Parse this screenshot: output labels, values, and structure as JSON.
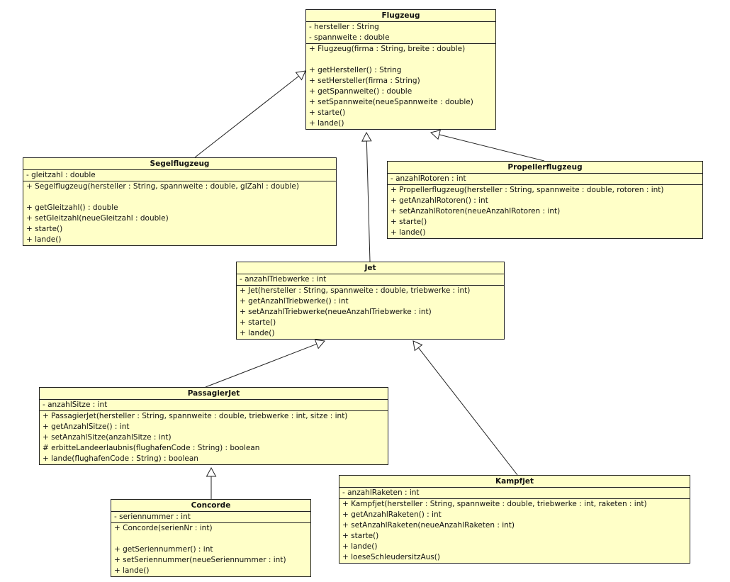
{
  "classes": [
    {
      "id": "flugzeug",
      "name": "Flugzeug",
      "attributes": [
        "- hersteller : String",
        "- spannweite : double"
      ],
      "operations": [
        "+ Flugzeug(firma : String, breite : double)",
        "",
        "+ getHersteller() : String",
        "+ setHersteller(firma : String)",
        "+ getSpannweite() : double",
        "+ setSpannweite(neueSpannweite : double)",
        "+ starte()",
        "+ lande()"
      ]
    },
    {
      "id": "segelflugzeug",
      "name": "Segelflugzeug",
      "attributes": [
        "- gleitzahl : double"
      ],
      "operations": [
        "+ Segelflugzeug(hersteller : String, spannweite : double, glZahl : double)",
        "",
        "+ getGleitzahl() : double",
        "+ setGleitzahl(neueGleitzahl : double)",
        "+ starte()",
        "+ lande()"
      ]
    },
    {
      "id": "propellerflugzeug",
      "name": "Propellerflugzeug",
      "attributes": [
        "- anzahlRotoren : int"
      ],
      "operations": [
        "+ Propellerflugzeug(hersteller : String, spannweite : double, rotoren : int)",
        "+ getAnzahlRotoren() : int",
        "+ setAnzahlRotoren(neueAnzahlRotoren : int)",
        "+ starte()",
        "+ lande()"
      ]
    },
    {
      "id": "jet",
      "name": "Jet",
      "attributes": [
        "- anzahlTriebwerke : int"
      ],
      "operations": [
        "+ Jet(hersteller : String, spannweite : double, triebwerke : int)",
        "+ getAnzahlTriebwerke() : int",
        "+ setAnzahlTriebwerke(neueAnzahlTriebwerke : int)",
        "+ starte()",
        "+ lande()"
      ]
    },
    {
      "id": "passagierjet",
      "name": "PassagierJet",
      "attributes": [
        "- anzahlSitze : int"
      ],
      "operations": [
        "+ PassagierJet(hersteller : String, spannweite : double, triebwerke : int, sitze : int)",
        "+ getAnzahlSitze() : int",
        "+ setAnzahlSitze(anzahlSitze : int)",
        "# erbitteLandeerlaubnis(flughafenCode : String) : boolean",
        "+ lande(flughafenCode : String) : boolean"
      ]
    },
    {
      "id": "concorde",
      "name": "Concorde",
      "attributes": [
        "- seriennummer : int"
      ],
      "operations": [
        "+ Concorde(serienNr : int)",
        "",
        "+ getSeriennummer() : int",
        "+ setSeriennummer(neueSeriennummer : int)",
        "+ lande()"
      ]
    },
    {
      "id": "kampfjet",
      "name": "Kampfjet",
      "attributes": [
        "- anzahlRaketen : int"
      ],
      "operations": [
        "+ Kampfjet(hersteller : String, spannweite : double, triebwerke : int, raketen : int)",
        "+ getAnzahlRaketen() : int",
        "+ setAnzahlRaketen(neueAnzahlRaketen : int)",
        "+ starte()",
        "+ lande()",
        "+ loeseSchleudersitzAus()"
      ]
    }
  ],
  "generalizations": [
    {
      "child": "segelflugzeug",
      "parent": "flugzeug"
    },
    {
      "child": "propellerflugzeug",
      "parent": "flugzeug"
    },
    {
      "child": "jet",
      "parent": "flugzeug"
    },
    {
      "child": "passagierjet",
      "parent": "jet"
    },
    {
      "child": "kampfjet",
      "parent": "jet"
    },
    {
      "child": "concorde",
      "parent": "passagierjet"
    }
  ]
}
